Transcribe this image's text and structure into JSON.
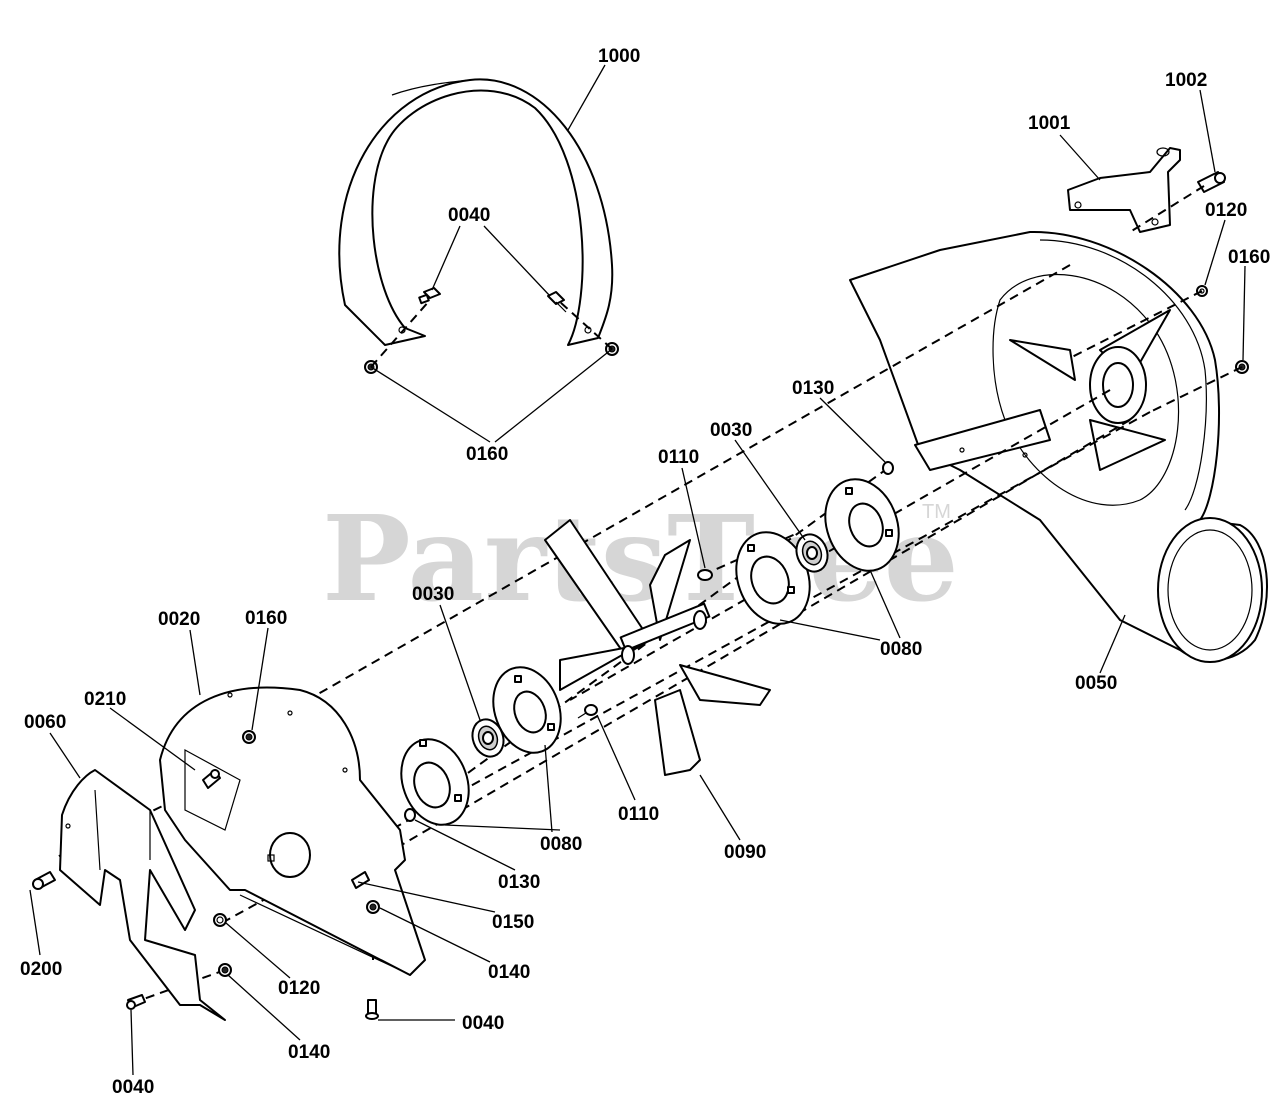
{
  "watermark": {
    "text": "PartsTree",
    "trademark": "TM"
  },
  "callouts": [
    {
      "id": "c1000",
      "text": "1000"
    },
    {
      "id": "c1001",
      "text": "1001"
    },
    {
      "id": "c1002",
      "text": "1002"
    },
    {
      "id": "c0040a",
      "text": "0040"
    },
    {
      "id": "c0120a",
      "text": "0120"
    },
    {
      "id": "c0160a",
      "text": "0160"
    },
    {
      "id": "c0160b",
      "text": "0160"
    },
    {
      "id": "c0130a",
      "text": "0130"
    },
    {
      "id": "c0110a",
      "text": "0110"
    },
    {
      "id": "c0030a",
      "text": "0030"
    },
    {
      "id": "c0080a",
      "text": "0080"
    },
    {
      "id": "c0050",
      "text": "0050"
    },
    {
      "id": "c0030b",
      "text": "0030"
    },
    {
      "id": "c0020",
      "text": "0020"
    },
    {
      "id": "c0160c",
      "text": "0160"
    },
    {
      "id": "c0210",
      "text": "0210"
    },
    {
      "id": "c0060",
      "text": "0060"
    },
    {
      "id": "c0080b",
      "text": "0080"
    },
    {
      "id": "c0110b",
      "text": "0110"
    },
    {
      "id": "c0090",
      "text": "0090"
    },
    {
      "id": "c0130b",
      "text": "0130"
    },
    {
      "id": "c0150",
      "text": "0150"
    },
    {
      "id": "c0140a",
      "text": "0140"
    },
    {
      "id": "c0200",
      "text": "0200"
    },
    {
      "id": "c0120b",
      "text": "0120"
    },
    {
      "id": "c0040b",
      "text": "0040"
    },
    {
      "id": "c0140b",
      "text": "0140"
    },
    {
      "id": "c0040c",
      "text": "0040"
    }
  ]
}
